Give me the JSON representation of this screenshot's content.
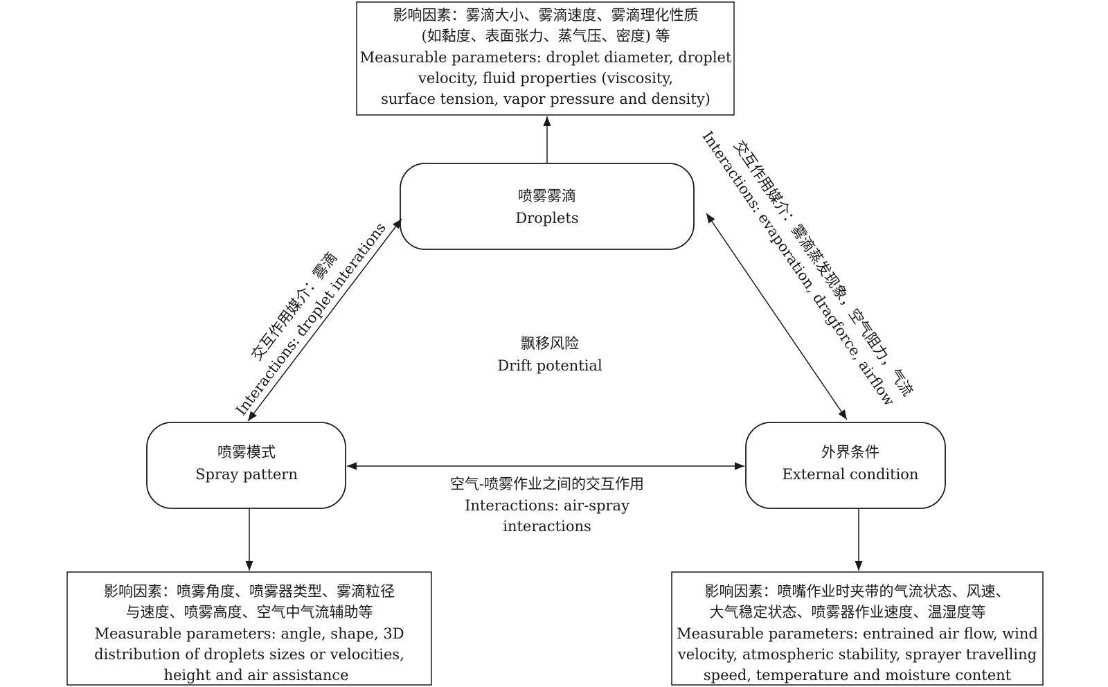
{
  "diagram": {
    "center": {
      "zh": "飘移风险",
      "en": "Drift potential"
    },
    "nodes": {
      "droplets": {
        "zh": "喷雾雾滴",
        "en": "Droplets"
      },
      "spray": {
        "zh": "喷雾模式",
        "en": "Spray pattern"
      },
      "external": {
        "zh": "外界条件",
        "en": "External condition"
      }
    },
    "info_boxes": {
      "top": [
        "影响因素：雾滴大小、雾滴速度、雾滴理化性质",
        "(如黏度、表面张力、蒸气压、密度) 等",
        "Measurable parameters: droplet diameter, droplet",
        "velocity, fluid properties (viscosity,",
        "surface tension, vapor pressure and density)"
      ],
      "bottom_left": [
        "影响因素：喷雾角度、喷雾器类型、雾滴粒径",
        "与速度、喷雾高度、空气中气流辅助等",
        "Measurable parameters: angle, shape, 3D",
        "distribution of droplets sizes or velocities,",
        "height and air assistance"
      ],
      "bottom_right": [
        "影响因素：喷嘴作业时夹带的气流状态、风速、",
        "大气稳定状态、喷雾器作业速度、温湿度等",
        "Measurable parameters: entrained air flow, wind",
        "velocity, atmospheric stability, sprayer travelling",
        "speed, temperature and moisture content"
      ]
    },
    "interactions": {
      "left": {
        "zh": "交互作用媒介：雾滴",
        "en": "Interactions: droplet interations"
      },
      "right": {
        "zh": "交互作用媒介：雾滴蒸发现象，空气阻力，气流",
        "en": "Interactions: evaporation, dragforce, airflow"
      },
      "bottom": {
        "zh": "空气-喷雾作业之间的交互作用",
        "en_line1": "Interactions: air-spray",
        "en_line2": "interactions"
      }
    }
  }
}
